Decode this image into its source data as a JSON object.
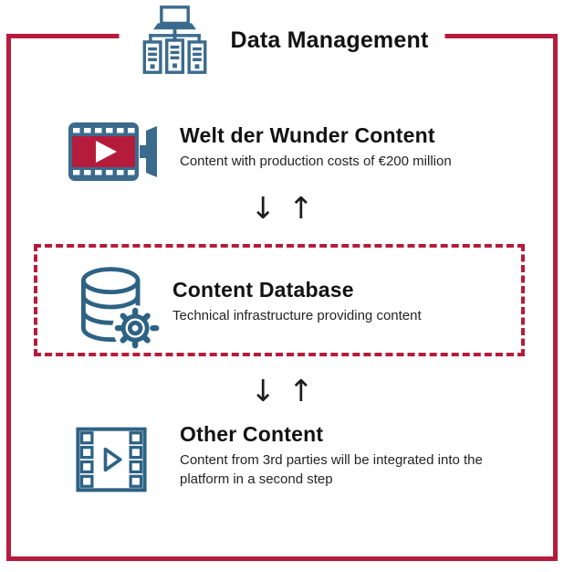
{
  "header": {
    "title": "Data Management",
    "icon": "network-servers-icon"
  },
  "colors": {
    "accent_red": "#b51c3c",
    "icon_blue": "#3a6b8d",
    "icon_blue_dark": "#2e6284",
    "text_dark": "#121212"
  },
  "flow": {
    "rows": [
      {
        "icon": "video-camera-icon",
        "title": "Welt der Wunder Content",
        "subtitle": "Content with production costs of €200 million",
        "highlighted": false
      },
      {
        "icon": "database-gear-icon",
        "title": "Content Database",
        "subtitle": "Technical infrastructure providing content",
        "highlighted": true
      },
      {
        "icon": "film-frame-play-icon",
        "title": "Other Content",
        "subtitle": "Content from 3rd parties will be integrated into the platform in a second step",
        "highlighted": false
      }
    ],
    "connector": {
      "down_arrow": "↓",
      "up_arrow": "↑"
    }
  }
}
